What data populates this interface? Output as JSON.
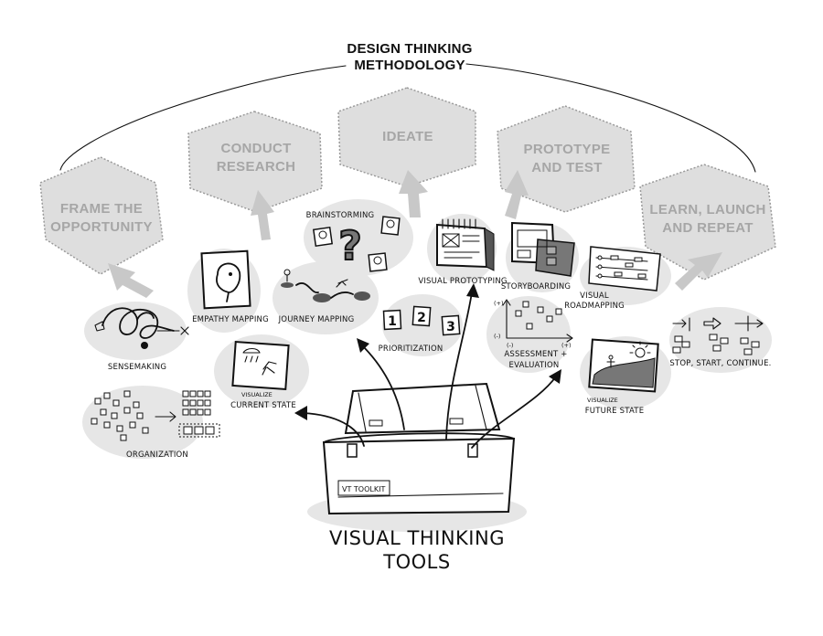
{
  "title": {
    "line1": "DESIGN THINKING",
    "line2": "METHODOLOGY"
  },
  "phases": [
    {
      "line1": "FRAME THE",
      "line2": "OPPORTUNITY"
    },
    {
      "line1": "CONDUCT",
      "line2": "RESEARCH"
    },
    {
      "line1": "IDEATE",
      "line2": ""
    },
    {
      "line1": "PROTOTYPE",
      "line2": "AND TEST"
    },
    {
      "line1": "LEARN, LAUNCH",
      "line2": "AND REPEAT"
    }
  ],
  "tools": {
    "sensemaking": "SENSEMAKING",
    "organization": "ORGANIZATION",
    "empathy_mapping": "EMPATHY MAPPING",
    "visualize_current_state_1": "VISUALIZE",
    "visualize_current_state_2": "CURRENT STATE",
    "journey_mapping": "JOURNEY MAPPING",
    "brainstorming": "BRAINSTORMING",
    "prioritization": "PRIORITIZATION",
    "visual_prototyping": "VISUAL PROTOTYPING",
    "storyboarding": "STORYBOARDING",
    "assessment_1": "ASSESSMENT +",
    "assessment_2": "EVALUATION",
    "visual_roadmapping_1": "VISUAL",
    "visual_roadmapping_2": "ROADMAPPING",
    "visualize_future_state_1": "VISUALIZE",
    "visualize_future_state_2": "FUTURE STATE",
    "stop_start_continue": "STOP, START, CONTINUE."
  },
  "prioritization_numbers": [
    "1",
    "2",
    "3"
  ],
  "chart_marks": {
    "plus": "(+)",
    "minus": "(-)"
  },
  "brainstorm_symbol": "?",
  "toolbox_label": "VT TOOLKIT",
  "bottom_title": {
    "line1": "VISUAL THINKING",
    "line2": "TOOLS"
  },
  "icons": [
    "hexagon-icon",
    "arrow-up-icon",
    "lightbulb-icon",
    "question-mark-icon",
    "toolbox-icon",
    "sun-icon"
  ],
  "colors": {
    "phase_fill": "#dedede",
    "arrow": "#c8c8c8",
    "blob": "#e6e6e6",
    "ink": "#111111",
    "label_gray": "#a6a6a6"
  }
}
